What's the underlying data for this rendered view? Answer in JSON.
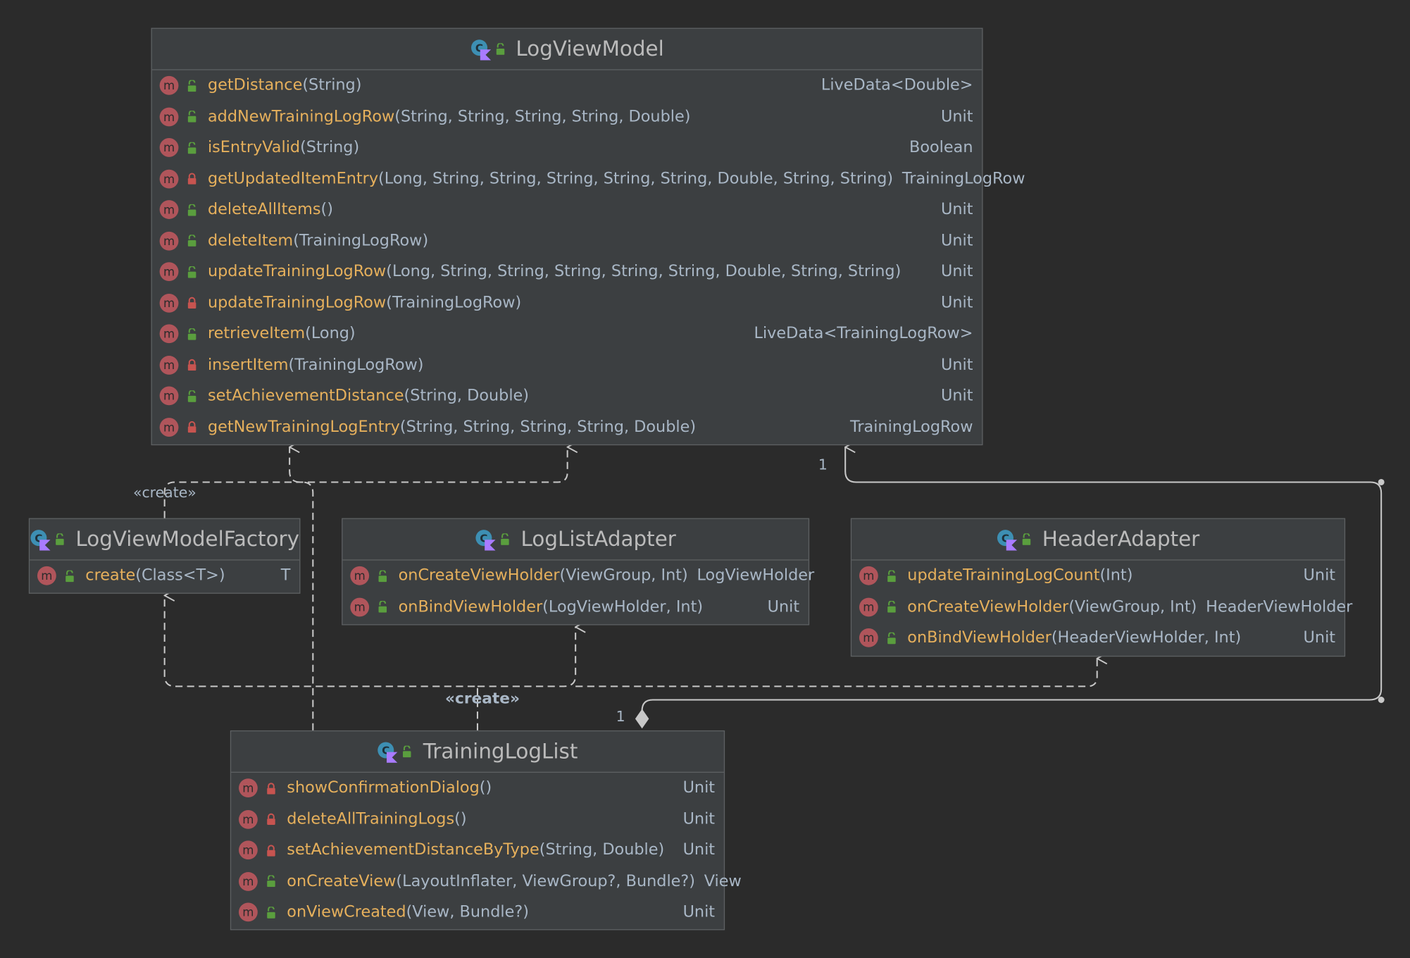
{
  "colors": {
    "background": "#2b2b2b",
    "class_fill": "#3c3f41",
    "method_name": "#e6b05c",
    "text": "#a9b7c6",
    "public_lock": "#5a9e3e",
    "private_lock": "#c75450",
    "method_badge": "#b0555b"
  },
  "classes": [
    {
      "name": "LogViewModel",
      "icon": "kotlin-class-icon",
      "methods": [
        {
          "name": "getDistance",
          "params": "(String)",
          "returns": "LiveData<Double>",
          "visibility": "public"
        },
        {
          "name": "addNewTrainingLogRow",
          "params": "(String, String, String, String, Double)",
          "returns": "Unit",
          "visibility": "public"
        },
        {
          "name": "isEntryValid",
          "params": "(String)",
          "returns": "Boolean",
          "visibility": "public"
        },
        {
          "name": "getUpdatedItemEntry",
          "params": "(Long, String, String, String, String, String, Double, String, String)",
          "returns": "TrainingLogRow",
          "visibility": "private"
        },
        {
          "name": "deleteAllItems",
          "params": "()",
          "returns": "Unit",
          "visibility": "public"
        },
        {
          "name": "deleteItem",
          "params": "(TrainingLogRow)",
          "returns": "Unit",
          "visibility": "public"
        },
        {
          "name": "updateTrainingLogRow",
          "params": "(Long, String, String, String, String, String, Double, String, String)",
          "returns": "Unit",
          "visibility": "public"
        },
        {
          "name": "updateTrainingLogRow",
          "params": "(TrainingLogRow)",
          "returns": "Unit",
          "visibility": "private"
        },
        {
          "name": "retrieveItem",
          "params": "(Long)",
          "returns": "LiveData<TrainingLogRow>",
          "visibility": "public"
        },
        {
          "name": "insertItem",
          "params": "(TrainingLogRow)",
          "returns": "Unit",
          "visibility": "private"
        },
        {
          "name": "setAchievementDistance",
          "params": "(String, Double)",
          "returns": "Unit",
          "visibility": "public"
        },
        {
          "name": "getNewTrainingLogEntry",
          "params": "(String, String, String, String, Double)",
          "returns": "TrainingLogRow",
          "visibility": "private"
        }
      ]
    },
    {
      "name": "LogViewModelFactory",
      "icon": "kotlin-class-icon",
      "methods": [
        {
          "name": "create",
          "params": "(Class<T>)",
          "returns": "T",
          "visibility": "public"
        }
      ]
    },
    {
      "name": "LogListAdapter",
      "icon": "kotlin-class-icon",
      "methods": [
        {
          "name": "onCreateViewHolder",
          "params": "(ViewGroup, Int)",
          "returns": "LogViewHolder",
          "visibility": "public"
        },
        {
          "name": "onBindViewHolder",
          "params": "(LogViewHolder, Int)",
          "returns": "Unit",
          "visibility": "public"
        }
      ]
    },
    {
      "name": "HeaderAdapter",
      "icon": "kotlin-class-icon",
      "methods": [
        {
          "name": "updateTrainingLogCount",
          "params": "(Int)",
          "returns": "Unit",
          "visibility": "public"
        },
        {
          "name": "onCreateViewHolder",
          "params": "(ViewGroup, Int)",
          "returns": "HeaderViewHolder",
          "visibility": "public"
        },
        {
          "name": "onBindViewHolder",
          "params": "(HeaderViewHolder, Int)",
          "returns": "Unit",
          "visibility": "public"
        }
      ]
    },
    {
      "name": "TrainingLogList",
      "icon": "kotlin-class-icon",
      "methods": [
        {
          "name": "showConfirmationDialog",
          "params": "()",
          "returns": "Unit",
          "visibility": "private"
        },
        {
          "name": "deleteAllTrainingLogs",
          "params": "()",
          "returns": "Unit",
          "visibility": "private"
        },
        {
          "name": "setAchievementDistanceByType",
          "params": "(String, Double)",
          "returns": "Unit",
          "visibility": "private"
        },
        {
          "name": "onCreateView",
          "params": "(LayoutInflater, ViewGroup?, Bundle?)",
          "returns": "View",
          "visibility": "public"
        },
        {
          "name": "onViewCreated",
          "params": "(View, Bundle?)",
          "returns": "Unit",
          "visibility": "public"
        }
      ]
    }
  ],
  "relations": {
    "create_label_top": "«create»",
    "create_label_bottom": "«create»",
    "multiplicity_viewmodel": "1",
    "multiplicity_traininglog": "1"
  }
}
